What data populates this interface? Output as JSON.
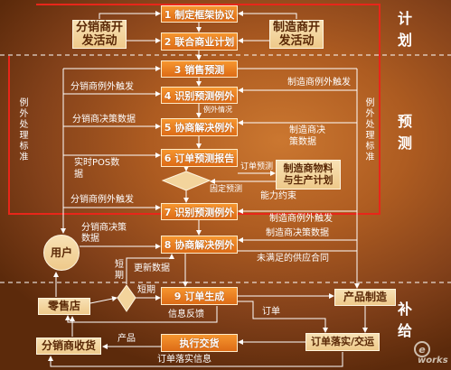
{
  "steps": {
    "s1": "1 制定框架协议",
    "s2": "2 联合商业计划",
    "s3": "3 销售预测",
    "s4": "4 识别预测例外",
    "s5": "5 协商解决例外",
    "s6": "6 订单预测报告",
    "s7": "7 识别预测例外",
    "s8": "8 协商解决例外",
    "s9": "9 订单生成",
    "delivery": "执行交货"
  },
  "parties": {
    "distributor_dev": [
      "分销商开",
      "发活动"
    ],
    "manufacturer_dev": [
      "制造商开",
      "发活动"
    ],
    "manufacturer_plan": [
      "制造商物料",
      "与生产计划"
    ],
    "user": "用户",
    "retail_store": "零售店",
    "distributor_receiving": "分销商收货",
    "production": "产品制造",
    "order_fulfill": "订单落实/交运"
  },
  "flow_labels": {
    "dist_exception_1": "分销商例外触发",
    "mfr_exception_1": "制造商例外触发",
    "exception_case": "例外情况",
    "dist_decision_1": "分销商决策数据",
    "mfr_decision_1": [
      "制造商决",
      "策数据"
    ],
    "pos_data": [
      "实时POS数",
      "据"
    ],
    "order_forecast": "订单预测",
    "fixed_forecast": "固定预测",
    "capacity": "能力约束",
    "dist_exception_2": "分销商例外触发",
    "mfr_exception_2": "制造商例外触发",
    "dist_decision_2": [
      "分销商决策",
      "数据"
    ],
    "mfr_decision_2": "制造商决策数据",
    "unmet_supply": "未满足的供应合同",
    "short_term_1": [
      "短",
      "期"
    ],
    "update_data": "更新数据",
    "short_term_2": "短期",
    "feedback": "信息反馈",
    "order": "订单",
    "product": "产品",
    "order_info": "订单落实信息"
  },
  "phases": {
    "planning": "计划",
    "forecasting": "预测",
    "replenishment": "补给"
  },
  "side_notes": {
    "left": "例外处理标准",
    "right": "例外处理标准"
  },
  "logo": {
    "mark": "e",
    "word": "works"
  },
  "colors": {
    "step_box": "#E8801F",
    "party_box": "#F3D49C",
    "frame": "#E8261A",
    "connector": "#FFFFFF",
    "background": "#A0521A"
  }
}
